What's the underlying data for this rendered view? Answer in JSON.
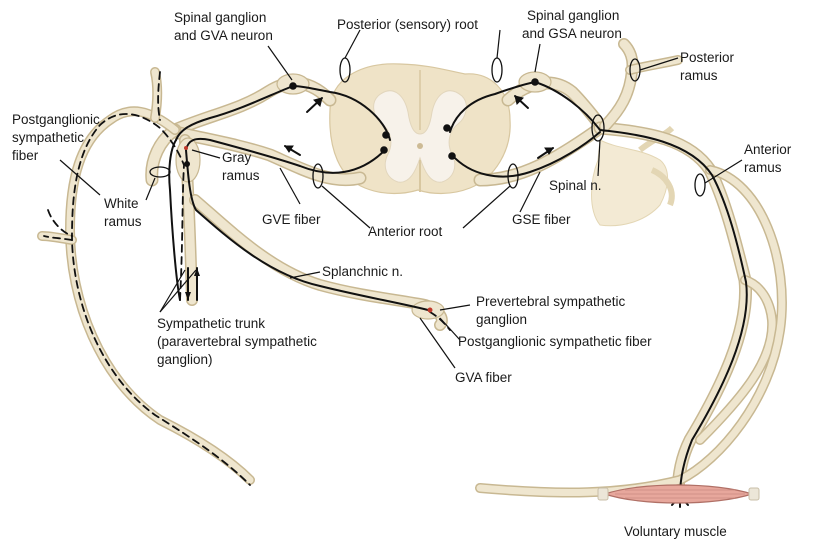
{
  "labels": {
    "spinal_ganglion_gva_1": "Spinal ganglion",
    "spinal_ganglion_gva_2": "and GVA neuron",
    "posterior_root": "Posterior (sensory) root",
    "spinal_ganglion_gsa_1": "Spinal ganglion",
    "spinal_ganglion_gsa_2": "and GSA neuron",
    "posterior_ramus_1": "Posterior",
    "posterior_ramus_2": "ramus",
    "postganglionic_1": "Postganglionic",
    "postganglionic_2": "sympathetic",
    "postganglionic_3": "fiber",
    "gray_ramus_1": "Gray",
    "gray_ramus_2": "ramus",
    "anterior_ramus_1": "Anterior",
    "anterior_ramus_2": "ramus",
    "spinal_n": "Spinal n.",
    "white_ramus_1": "White",
    "white_ramus_2": "ramus",
    "gve_fiber": "GVE fiber",
    "anterior_root": "Anterior root",
    "gse_fiber": "GSE fiber",
    "splanchnic": "Splanchnic n.",
    "prevertebral_1": "Prevertebral sympathetic",
    "prevertebral_2": "ganglion",
    "postganglionic_fiber": "Postganglionic sympathetic fiber",
    "sympathetic_trunk_1": "Sympathetic trunk",
    "sympathetic_trunk_2": "(paravertebral sympathetic",
    "sympathetic_trunk_3": "ganglion)",
    "gva_fiber": "GVA fiber",
    "voluntary_muscle": "Voluntary muscle"
  },
  "colors": {
    "nerve_fill": "#efe6cf",
    "nerve_edge": "#c8b892",
    "white_matter": "#efe3c7",
    "gray_matter": "#f6f1e8",
    "muscle": "#e7a79c",
    "fiber": "#111111"
  }
}
